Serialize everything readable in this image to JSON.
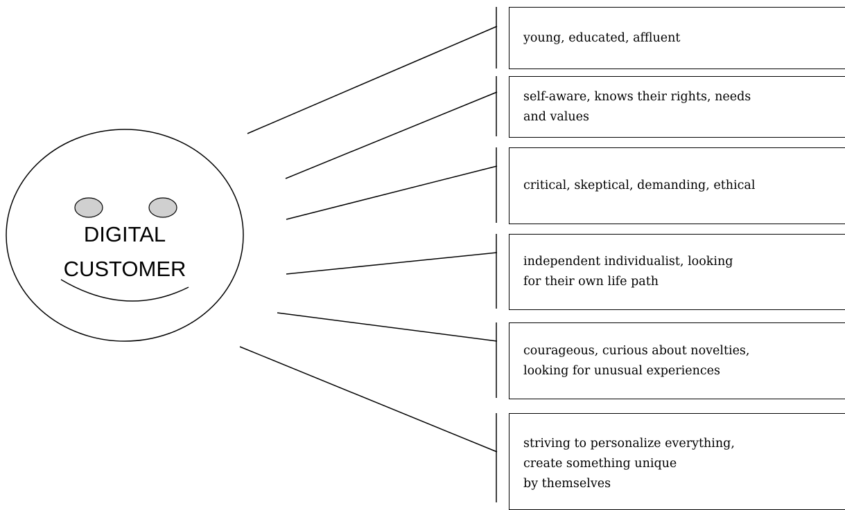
{
  "center": {
    "label_line1": "DIGITAL",
    "label_line2": "CUSTOMER"
  },
  "traits": [
    {
      "text": "young, educated, affluent"
    },
    {
      "text": "self-aware, knows their rights, needs\nand values"
    },
    {
      "text": "critical, skeptical, demanding, ethical"
    },
    {
      "text": "independent individualist, looking\nfor their own life path"
    },
    {
      "text": "courageous, curious about novelties,\nlooking for unusual experiences"
    },
    {
      "text": "striving to personalize everything,\ncreate something unique\nby themselves"
    }
  ],
  "colors": {
    "eye_fill": "#d0d0d0",
    "stroke": "#000000"
  }
}
